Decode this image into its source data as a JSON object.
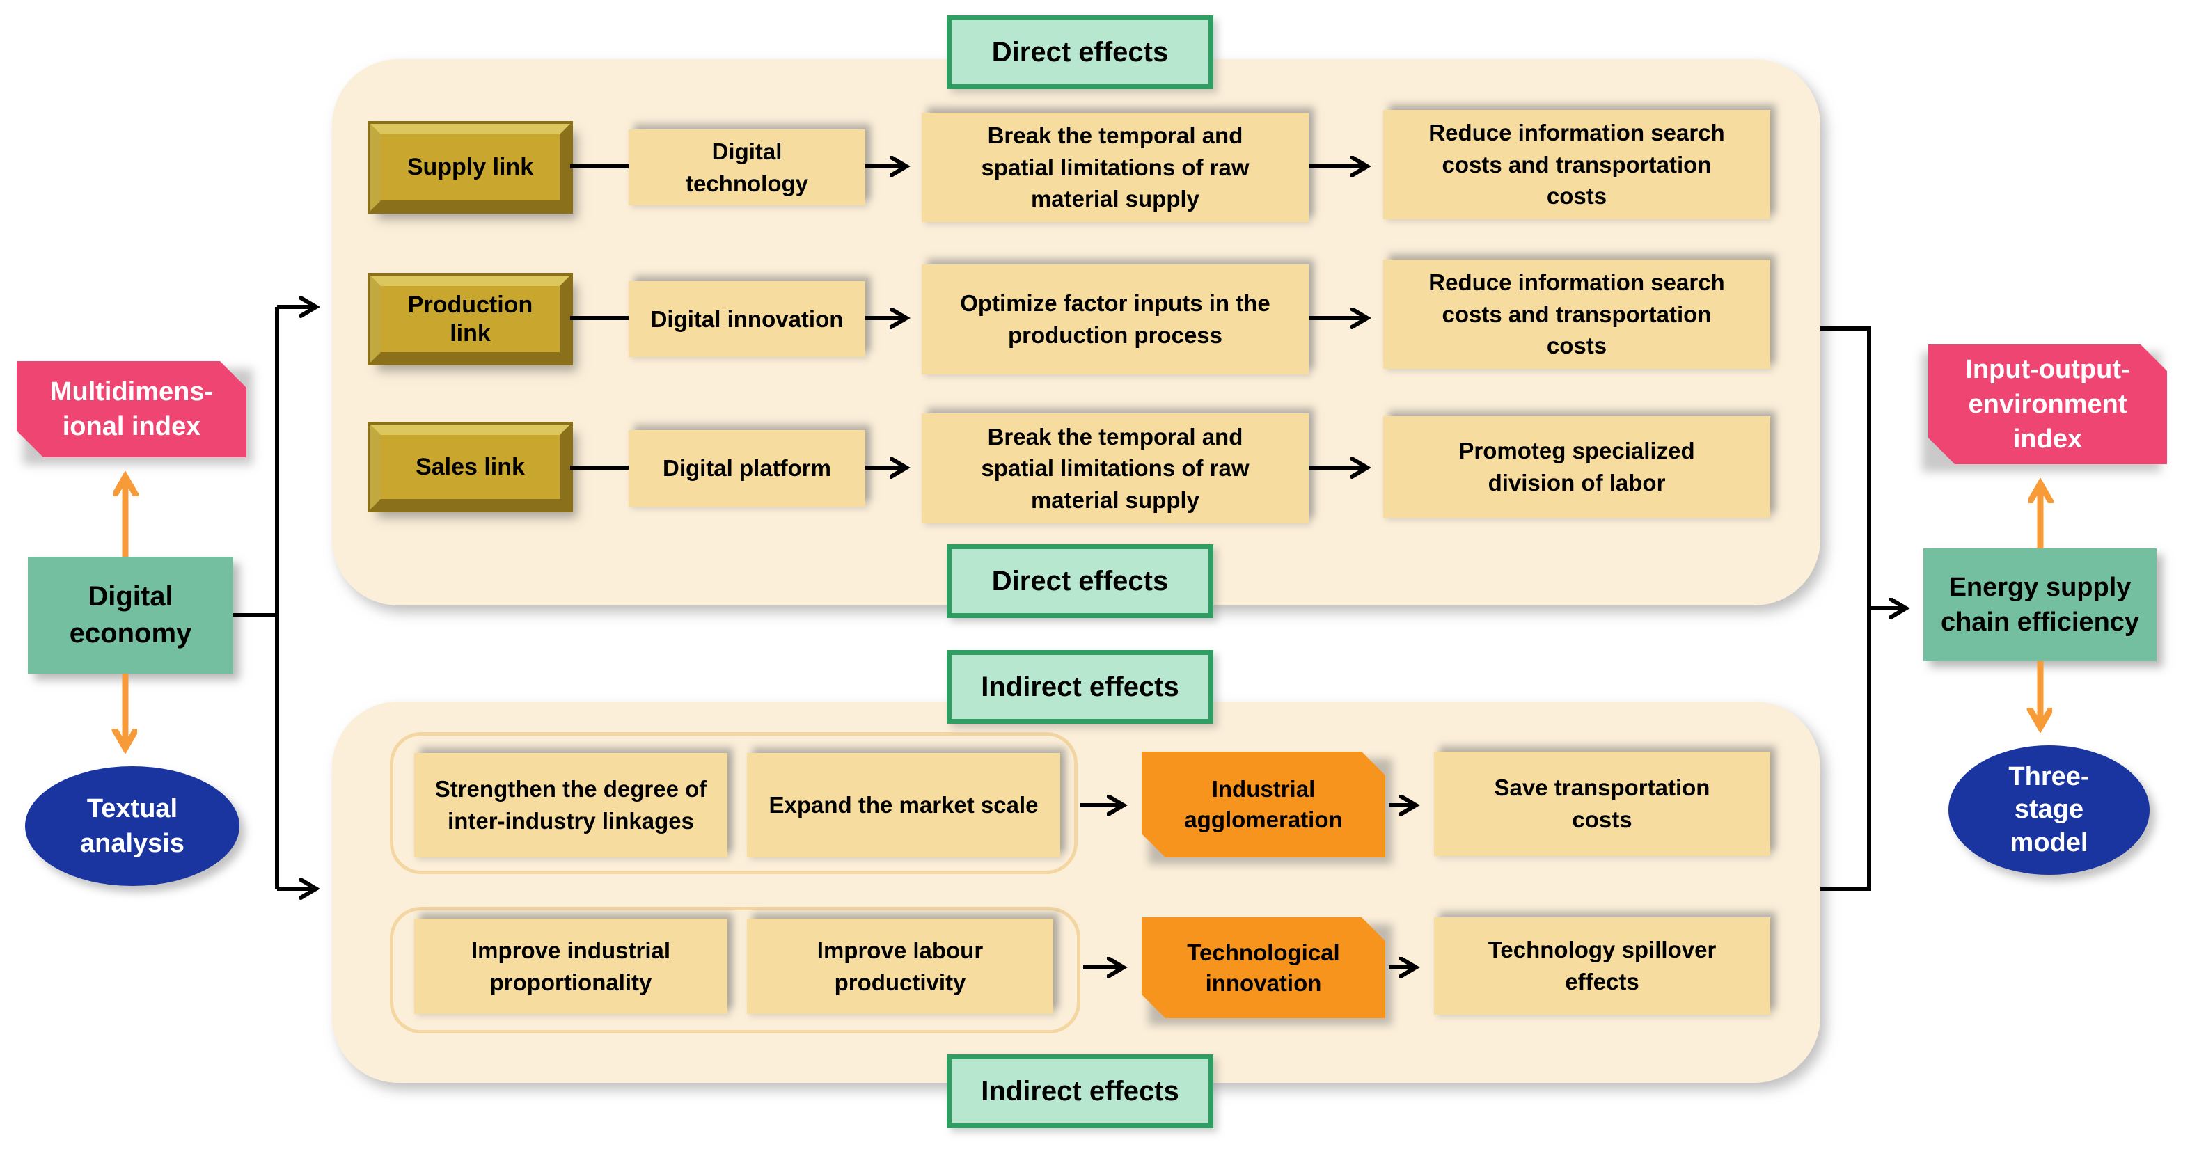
{
  "left_flow": {
    "multidimensional_index": "Multidimens-\nional index",
    "digital_economy": "Digital\neconomy",
    "textual_analysis": "Textual\nanalysis"
  },
  "right_flow": {
    "input_output_environment_index": "Input-output-\nenvironment\nindex",
    "energy_supply_chain_efficiency": "Energy supply\nchain efficiency",
    "three_stage_model": "Three-\nstage\nmodel"
  },
  "direct_section": {
    "label_top": "Direct effects",
    "label_bottom": "Direct effects",
    "rows": [
      {
        "link": "Supply link",
        "tool": "Digital\ntechnology",
        "mechanism": "Break the temporal and\nspatial limitations of raw\nmaterial supply",
        "outcome": "Reduce information search\ncosts and transportation\ncosts"
      },
      {
        "link": "Production\nlink",
        "tool": "Digital innovation",
        "mechanism": "Optimize factor inputs in the\nproduction process",
        "outcome": "Reduce information search\ncosts and transportation\ncosts"
      },
      {
        "link": "Sales link",
        "tool": "Digital platform",
        "mechanism": "Break the temporal and\nspatial limitations of raw\nmaterial supply",
        "outcome": "Promoteg specialized\ndivision of labor"
      }
    ]
  },
  "indirect_section": {
    "label_top": "Indirect effects",
    "label_bottom": "Indirect effects",
    "groups": [
      {
        "box1": "Strengthen the degree of\ninter-industry linkages",
        "box2": "Expand the market scale",
        "driver": "Industrial\nagglomeration",
        "outcome": "Save transportation\ncosts"
      },
      {
        "box1": "Improve industrial\nproportionality",
        "box2": "Improve labour\nproductivity",
        "driver": "Technological\ninnovation",
        "outcome": "Technology spillover\neffects"
      }
    ]
  },
  "colors": {
    "container_cream": "#FCEFD9",
    "inner_outline_tan": "#F4D6A2",
    "content_yellow": "#F6DD9F",
    "gold_button": "#C9A72F",
    "label_mint_fill": "#B7E7CE",
    "label_green_border": "#2E9E63",
    "mint_node": "#75BFA1",
    "pink_node": "#EE4572",
    "blue_node": "#1A35A0",
    "orange_node": "#F7941E",
    "arrow_orange": "#F79A38",
    "arrow_black": "#000000"
  }
}
